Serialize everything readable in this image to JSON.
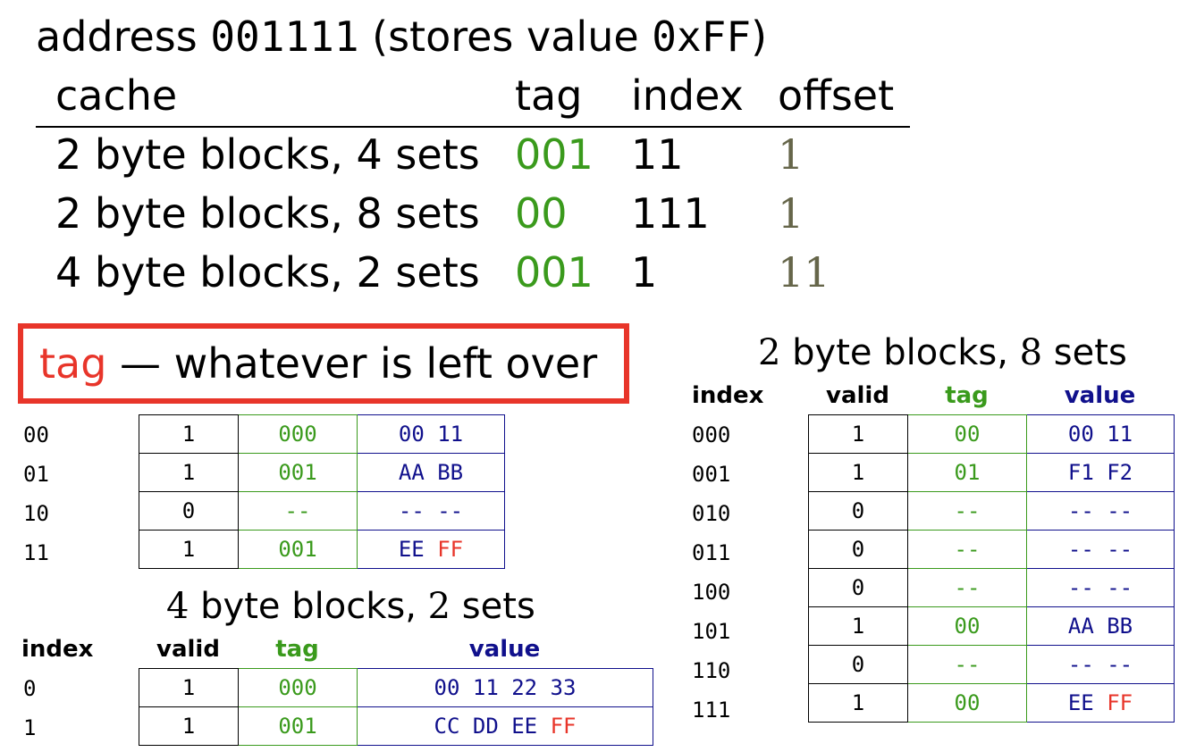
{
  "title": {
    "prefix": "address ",
    "address": "001111",
    "mid": " (stores value ",
    "value": "0xFF",
    "suffix": ")"
  },
  "summary": {
    "headers": [
      "cache",
      "tag",
      "index",
      "offset"
    ],
    "rows": [
      {
        "cache": "2 byte blocks, 4 sets",
        "tag": "001",
        "index": "11",
        "offset": "1"
      },
      {
        "cache": "2 byte blocks, 8 sets",
        "tag": "00",
        "index": "111",
        "offset": "1"
      },
      {
        "cache": "4 byte blocks, 2 sets",
        "tag": "001",
        "index": "1",
        "offset": "11"
      }
    ]
  },
  "callout": {
    "word": "tag",
    "rest": " — whatever is left over"
  },
  "table_4sets": {
    "rows": [
      {
        "index": "00",
        "valid": "1",
        "tag": "000",
        "value": "00 11",
        "hl": ""
      },
      {
        "index": "01",
        "valid": "1",
        "tag": "001",
        "value": "AA BB",
        "hl": ""
      },
      {
        "index": "10",
        "valid": "0",
        "tag": "--",
        "value": "-- --",
        "hl": ""
      },
      {
        "index": "11",
        "valid": "1",
        "tag": "001",
        "value": "EE ",
        "hl": "FF"
      }
    ]
  },
  "table_2sets": {
    "title_n1": "4",
    "title_mid": " byte blocks, ",
    "title_n2": "2",
    "title_end": " sets",
    "headers": {
      "index": "index",
      "valid": "valid",
      "tag": "tag",
      "value": "value"
    },
    "rows": [
      {
        "index": "0",
        "valid": "1",
        "tag": "000",
        "value": "00 11 22 33",
        "hl": ""
      },
      {
        "index": "1",
        "valid": "1",
        "tag": "001",
        "value": "CC DD EE ",
        "hl": "FF"
      }
    ]
  },
  "table_8sets": {
    "title_n1": "2",
    "title_mid": " byte blocks, ",
    "title_n2": "8",
    "title_end": " sets",
    "headers": {
      "index": "index",
      "valid": "valid",
      "tag": "tag",
      "value": "value"
    },
    "rows": [
      {
        "index": "000",
        "valid": "1",
        "tag": "00",
        "value": "00 11",
        "hl": ""
      },
      {
        "index": "001",
        "valid": "1",
        "tag": "01",
        "value": "F1 F2",
        "hl": ""
      },
      {
        "index": "010",
        "valid": "0",
        "tag": "--",
        "value": "-- --",
        "hl": ""
      },
      {
        "index": "011",
        "valid": "0",
        "tag": "--",
        "value": "-- --",
        "hl": ""
      },
      {
        "index": "100",
        "valid": "0",
        "tag": "--",
        "value": "-- --",
        "hl": ""
      },
      {
        "index": "101",
        "valid": "1",
        "tag": "00",
        "value": "AA BB",
        "hl": ""
      },
      {
        "index": "110",
        "valid": "0",
        "tag": "--",
        "value": "-- --",
        "hl": ""
      },
      {
        "index": "111",
        "valid": "1",
        "tag": "00",
        "value": "EE ",
        "hl": "FF"
      }
    ]
  },
  "colors": {
    "tag": "#3a9a1c",
    "offset": "#66664a",
    "value": "#10108c",
    "highlight": "#e8352a"
  }
}
